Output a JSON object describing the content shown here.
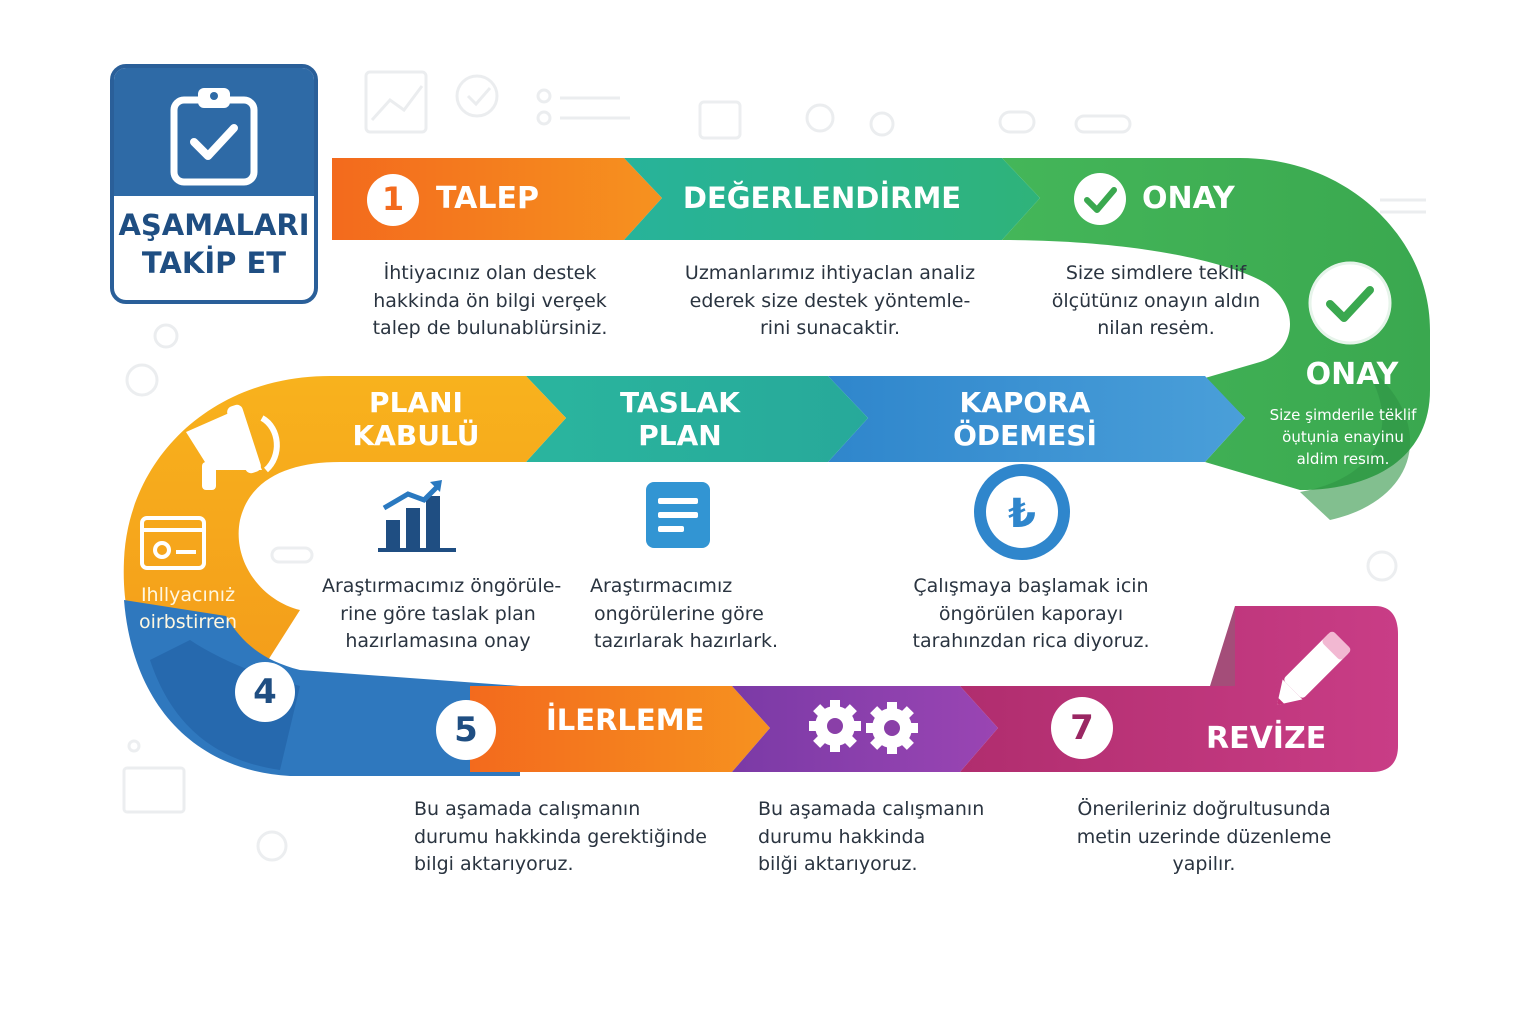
{
  "badge": {
    "title_line1": "AŞAMALARI",
    "title_line2": "TAKİP ET",
    "icon": "clipboard-check-icon"
  },
  "steps": {
    "talep": {
      "number": "1",
      "title": "TALEP",
      "desc": [
        "İhtiyacınız olan destek",
        "hakkinda ön bilgi verȩek",
        "talep de bulunablürsiniz."
      ]
    },
    "degerlendirme": {
      "title": "DEĞERLENDİRME",
      "desc": [
        "Uzmanlarımız ihtiyaclan analiz",
        "ederek size destek yöntemle-",
        "rini sunacaktir."
      ]
    },
    "onay_top": {
      "title": "ONAY",
      "icon": "check-icon",
      "desc": [
        "Size simdlere teklif",
        "ölçütünız onayın aldın",
        "nilan resėm."
      ]
    },
    "onay_side": {
      "title": "ONAY",
      "icon": "check-icon",
      "desc": [
        "Size şimderile  tëklif",
        "öụtụnia enayinu",
        "aldim resım."
      ]
    },
    "kapora": {
      "title_line1": "KAPORA",
      "title_line2": "ÖDEMESİ",
      "icon": "lira-coin-icon",
      "desc": [
        "Çalışmaya başlamak icin",
        "öngörülen kaporayı",
        "tarahınzdan rica diyoruz."
      ]
    },
    "taslak": {
      "title_line1": "TASLAK",
      "title_line2": "PLAN",
      "icon": "document-icon",
      "desc": [
        "Araştırmacımız",
        "ongörülerine göre",
        "tazırlarak hazırlark."
      ]
    },
    "plani": {
      "title_line1": "PLANI",
      "title_line2": "KABULÜ",
      "icon": "growth-chart-icon",
      "desc": [
        "Araştırmacımız öngörüle-",
        "rine göre taslak plan",
        "hazırlamasına onay"
      ]
    },
    "side_orange": {
      "icon": "megaphone-icon",
      "icon2": "card-icon",
      "desc": [
        "Ihllyacınıż",
        "oirbstirren"
      ]
    },
    "step4": {
      "number": "4"
    },
    "step5": {
      "number": "5",
      "title": "İLERLEME",
      "desc": [
        "Bu aşamada calışmanın",
        "durumu hakkinda gerektiğinde",
        "bilgi aktarıyoruz."
      ]
    },
    "gears": {
      "icon": "gears-icon",
      "desc": [
        "Bu aşamada calışmanın",
        "durumu hakkinda",
        "bilği aktarıyoruz."
      ]
    },
    "step7": {
      "number": "7",
      "title": "REVİZE",
      "icon": "pencil-icon",
      "desc": [
        "Önerileriniz doğrultusunda",
        "metin uzerinde düzenleme",
        "yapilır."
      ]
    }
  },
  "colors": {
    "navy": "#1f4e82",
    "orange": "#f47c20",
    "teal": "#22ad8c",
    "green": "#3fb55a",
    "yellow_orange": "#f7a21b",
    "blue": "#3a8ed0",
    "purple": "#8a3fa8",
    "magenta": "#c4327a"
  }
}
